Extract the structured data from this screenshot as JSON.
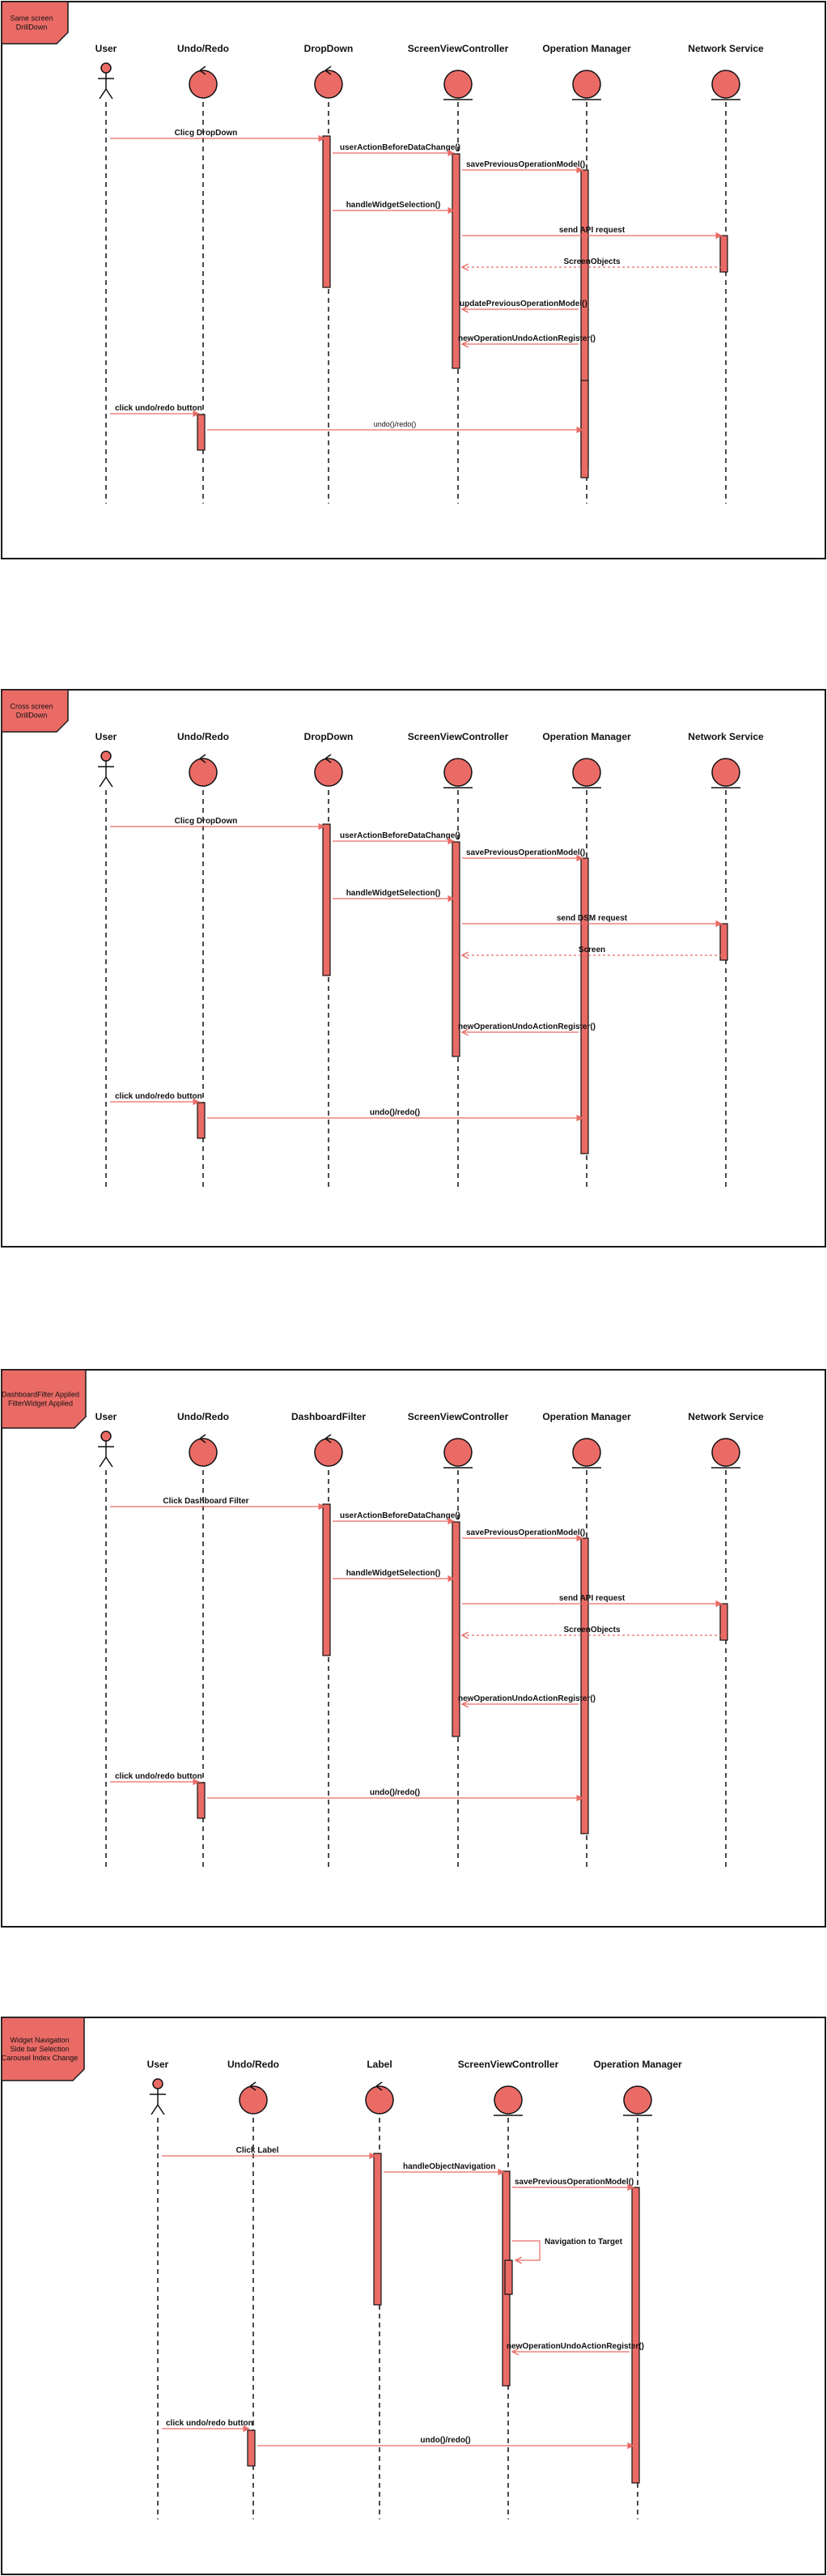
{
  "accent_color": "#ea6b66",
  "diagrams": [
    {
      "tag": [
        "Same screen",
        "DrillDown"
      ],
      "participants": [
        "User",
        "Undo/Redo",
        "DropDown",
        "ScreenViewController",
        "Operation Manager",
        "Network Service"
      ],
      "messages": [
        {
          "label": "Clicg DropDown"
        },
        {
          "label": "userActionBeforeDataChange()"
        },
        {
          "label": "savePreviousOperationModel()"
        },
        {
          "label": "handleWidgetSelection()"
        },
        {
          "label": "send API request"
        },
        {
          "label": "ScreenObjects"
        },
        {
          "label": "updatePreviousOperationModel()"
        },
        {
          "label": "newOperationUndoActionRegister()"
        },
        {
          "label": "click undo/redo button"
        },
        {
          "label": "undo()/redo()"
        }
      ]
    },
    {
      "tag": [
        "Cross screen",
        "DrillDown"
      ],
      "participants": [
        "User",
        "Undo/Redo",
        "DropDown",
        "ScreenViewController",
        "Operation Manager",
        "Network Service"
      ],
      "messages": [
        {
          "label": "Clicg DropDown"
        },
        {
          "label": "userActionBeforeDataChange()"
        },
        {
          "label": "savePreviousOperationModel()"
        },
        {
          "label": "handleWidgetSelection()"
        },
        {
          "label": "send DSM request"
        },
        {
          "label": "Screen"
        },
        {
          "label": "newOperationUndoActionRegister()"
        },
        {
          "label": "click undo/redo button"
        },
        {
          "label": "undo()/redo()"
        }
      ]
    },
    {
      "tag": [
        "DashboardFilter Applied",
        "FilterWidget Applied"
      ],
      "participants": [
        "User",
        "Undo/Redo",
        "DashboardFilter",
        "ScreenViewController",
        "Operation Manager",
        "Network Service"
      ],
      "messages": [
        {
          "label": "Click Dashboard Filter"
        },
        {
          "label": "userActionBeforeDataChange()"
        },
        {
          "label": "savePreviousOperationModel()"
        },
        {
          "label": "handleWidgetSelection()"
        },
        {
          "label": "send API request"
        },
        {
          "label": "ScreenObjects"
        },
        {
          "label": "newOperationUndoActionRegister()"
        },
        {
          "label": "click undo/redo button"
        },
        {
          "label": "undo()/redo()"
        }
      ]
    },
    {
      "tag": [
        "Widget Navigation",
        "Side bar Selection",
        "Carousel Index Change"
      ],
      "participants": [
        "User",
        "Undo/Redo",
        "Label",
        "ScreenViewController",
        "Operation Manager"
      ],
      "messages": [
        {
          "label": "Click Label"
        },
        {
          "label": "handleObjectNavigation"
        },
        {
          "label": "savePreviousOperationModel()"
        },
        {
          "label": "Navigation to Target"
        },
        {
          "label": "newOperationUndoActionRegister()"
        },
        {
          "label": "click undo/redo button"
        },
        {
          "label": "undo()/redo()"
        }
      ]
    }
  ]
}
